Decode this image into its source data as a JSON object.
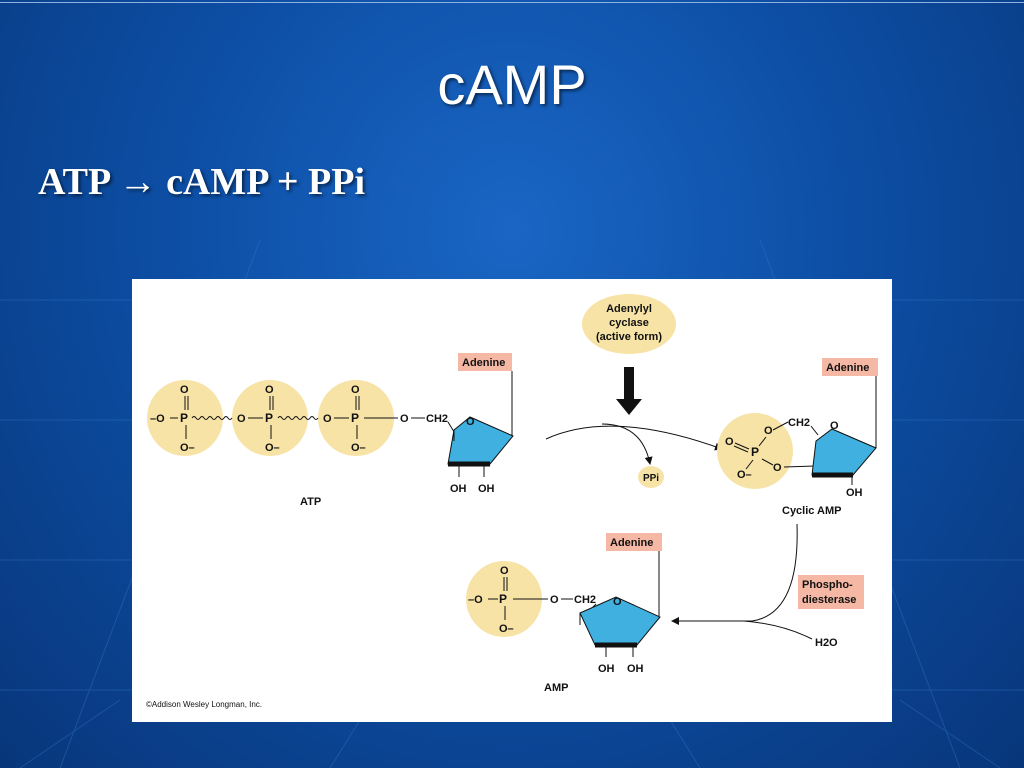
{
  "slide": {
    "title": "cAMP",
    "equation": "ATP → cAMP + PPi"
  },
  "diagram": {
    "enzyme_lines": [
      "Adenylyl",
      "cyclase",
      "(active form)"
    ],
    "adenine_label": "Adenine",
    "atp_label": "ATP",
    "cyclic_amp_label": "Cyclic AMP",
    "amp_label": "AMP",
    "pyrophosphate": "PPi",
    "phosphodiesterase_lines": [
      "Phospho-",
      "diesterase"
    ],
    "water": "H2O",
    "hydroxyl": "OH",
    "oxygen": "O",
    "oxygen_minus": "O–",
    "minus_oxygen": "–O",
    "phosphorus": "P",
    "ch2": "CH2",
    "copyright": "©Addison Wesley Longman, Inc."
  },
  "colors": {
    "phosphate_fill": "#f7e3a6",
    "ring_fill": "#3fb0df",
    "label_box": "#f4b8a4",
    "enzyme_fill": "#f7e3a6",
    "background": "#0d4fa6"
  }
}
